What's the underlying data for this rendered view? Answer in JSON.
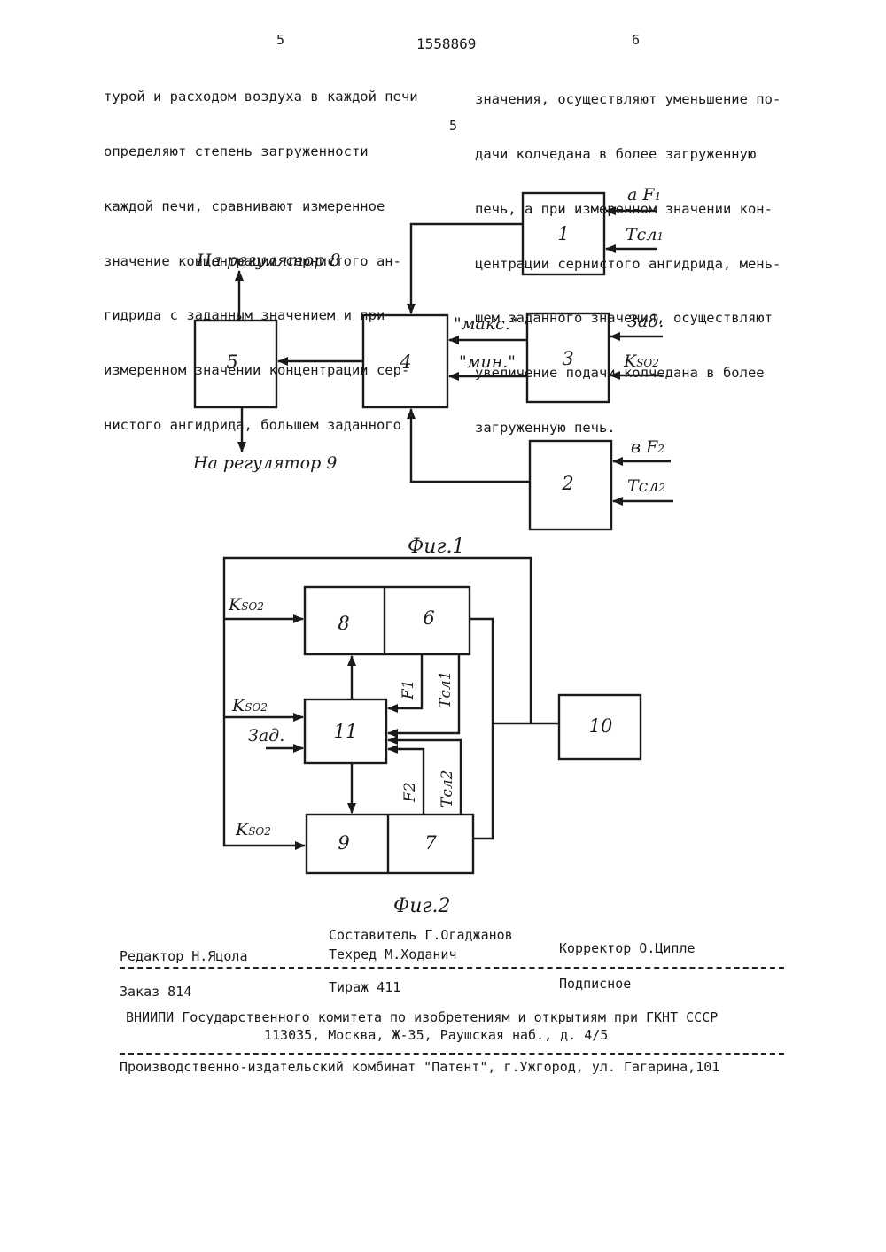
{
  "header": {
    "page_left": "5",
    "patent_number": "1558869",
    "page_right": "6",
    "line_marker": "5"
  },
  "left_column": [
    "турой и расходом воздуха в каждой печи",
    "определяют степень загруженности",
    "каждой печи, сравнивают измеренное",
    "значение концентрации сернистого ан-",
    "гидрида с заданным значением и при",
    "измеренном значении концентрации сер-",
    "нистого ангидрида, большем заданного"
  ],
  "right_column": [
    "значения, осуществляют уменьшение по-",
    "дачи колчедана в более загруженную",
    "печь, а при измеренном значении кон-",
    "центрации сернистого ангидрида, мень-",
    "шем заданного значения, осуществляют",
    "увеличение подачи колчедана в более",
    "загруженную печь."
  ],
  "fig1": {
    "caption": "Фиг.1",
    "blocks": [
      "1",
      "2",
      "3",
      "4",
      "5"
    ],
    "labels": {
      "to_reg8": "На регулятор 8",
      "to_reg9": "На регулятор 9",
      "maks": "\"макс.\"",
      "min": "\"мин.\"",
      "aF_main": "a F",
      "aF_sub": "1",
      "tsl1_main": "Tсл",
      "tsl1_sub": "1",
      "zad": "Зад.",
      "kso2_main": "K",
      "kso2_sub": "SO2",
      "bF_main": "в F",
      "bF_sub": "2",
      "tsl2_main": "Tсл",
      "tsl2_sub": "2"
    }
  },
  "fig2": {
    "caption": "Фиг.2",
    "blocks": [
      "8",
      "6",
      "11",
      "10",
      "9",
      "7"
    ],
    "labels": {
      "k_main": "K",
      "k_sub": "SO2",
      "zad": "Зад.",
      "f1": "F1",
      "tsl1": "Tсл1",
      "f2": "F2",
      "tsl2": "Tсл2"
    }
  },
  "footer": {
    "compiler": "Составитель Г.Огаджанов",
    "editor": "Редактор Н.Яцола",
    "techred": "Техред  М.Ходанич",
    "corrector": "Корректор О.Ципле",
    "order": "Заказ 814",
    "circulation": "Тираж 411",
    "subscription": "Подписное",
    "institute": "ВНИИПИ Государственного комитета по изобретениям и открытиям при ГКНТ СССР",
    "address": "113035, Москва, Ж-35, Раушская наб., д. 4/5",
    "publisher": "Производственно-издательский комбинат \"Патент\", г.Ужгород, ул. Гагарина,101"
  }
}
